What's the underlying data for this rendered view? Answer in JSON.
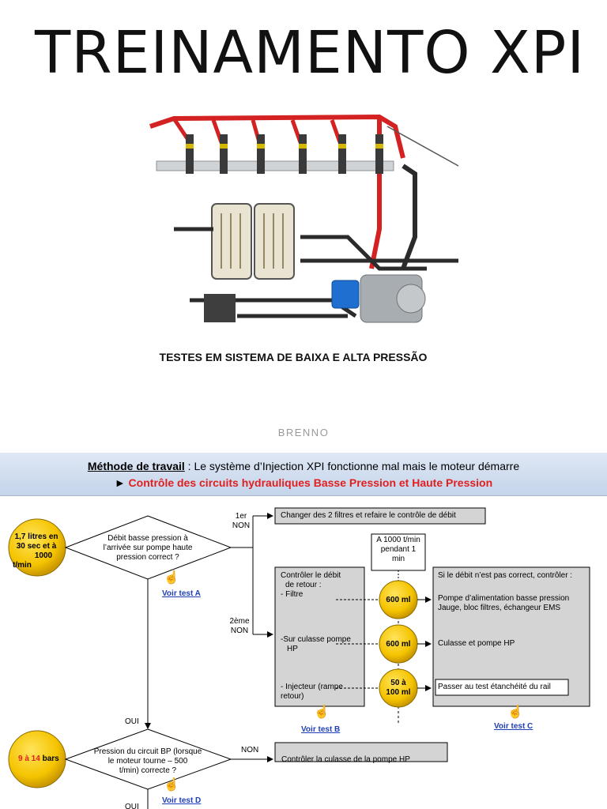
{
  "cover": {
    "title": "TREINAMENTO XPI",
    "subtitle": "TESTES EM SISTEMA DE BAIXA E ALTA PRESSÃO",
    "author": "BRENNO"
  },
  "slide": {
    "header_prefix": "Méthode de travail",
    "header_rest": " : Le système d’Injection XPI fonctionne mal mais le moteur démarre",
    "header_arrow": "►",
    "header_sub": " Contrôle des circuits hydrauliques Basse Pression et Haute Pression"
  },
  "flow": {
    "circle_a_line1": "1,7 litres en",
    "circle_a_line2": "30 sec et à",
    "circle_a_line3": "1000",
    "circle_a_line4": "t/min",
    "diamond1_line1": "Débit basse pression à",
    "diamond1_line2": "l’arrivée sur pompe haute",
    "diamond1_line3": "pression correct ?",
    "link_a": "Voir test A",
    "first_no_1": "1er",
    "first_no_2": "NON",
    "box_filters": "Changer des 2 filtres et refaire le contrôle de débit",
    "rpm_line1": "A 1000 t/min",
    "rpm_line2": "pendant 1",
    "rpm_line3": "min",
    "second_no_1": "2ème",
    "second_no_2": "NON",
    "box_return_line1": "Contrôler le débit",
    "box_return_line2": "de retour  :",
    "box_return_filtre": "- Filtre",
    "box_return_culasse1": "-Sur culasse pompe",
    "box_return_culasse2": "HP",
    "box_return_inj1": "- Injecteur (rampe",
    "box_return_inj2": "retour)",
    "val_600_1": "600 ml",
    "val_600_2": "600 ml",
    "val_50_line1": "50 à",
    "val_50_line2": "100 ml",
    "link_b": "Voir test B",
    "box_check_title": "Si le débit n’est pas correct, contrôler :",
    "box_check_pump1": "Pompe d’alimentation basse pression",
    "box_check_pump2": "Jauge, bloc filtres, échangeur EMS",
    "box_check_culasse": "Culasse  et pompe  HP",
    "box_check_rail": "Passer au test étanchéité  du rail",
    "link_c": "Voir test C",
    "oui_1": "OUI",
    "circle_b_value": "9 à 14",
    "circle_b_unit": " bars",
    "diamond2_line1": "Pression du circuit BP (lorsque",
    "diamond2_line2": "le moteur tourne – 500",
    "diamond2_line3": "t/min)  correcte ?",
    "non_3": "NON",
    "box_culasse": "Contrôler la culasse de la pompe HP",
    "link_d": "Voir test D",
    "oui_2": "OUI"
  },
  "colors": {
    "circle_fill": "#f5c400",
    "header_bg": "#cfdcee",
    "accent_red": "#e02020",
    "link_blue": "#1f3fb8",
    "box_gray": "#d4d4d4"
  },
  "icons": {
    "hand": "pointing-hand-icon"
  }
}
